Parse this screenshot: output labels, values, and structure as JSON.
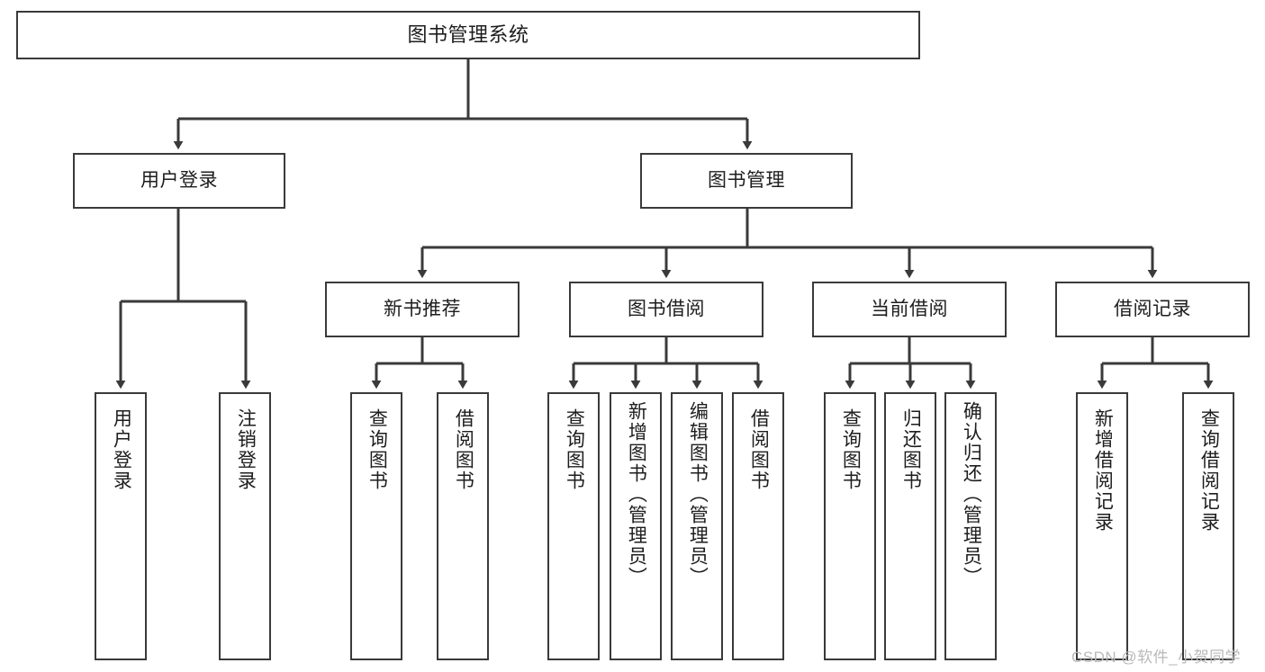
{
  "diagram": {
    "title": "图书管理系统",
    "type": "tree-hierarchy-diagram",
    "colors": {
      "stroke": "#3a3a3a",
      "fill": "#ffffff",
      "text": "#1d1d1d",
      "watermark": "#b9b9b9"
    },
    "root": {
      "label": "图书管理系统"
    },
    "level2": [
      {
        "label": "用户登录"
      },
      {
        "label": "图书管理"
      }
    ],
    "level3": [
      {
        "label": "新书推荐"
      },
      {
        "label": "图书借阅"
      },
      {
        "label": "当前借阅"
      },
      {
        "label": "借阅记录"
      }
    ],
    "leaves_user_login": [
      {
        "label": "用户登录"
      },
      {
        "label": "注销登录"
      }
    ],
    "leaves_new_book": [
      {
        "label": "查询图书"
      },
      {
        "label": "借阅图书"
      }
    ],
    "leaves_borrow": [
      {
        "label": "查询图书"
      },
      {
        "label": "新增图书（管理员）"
      },
      {
        "label": "编辑图书（管理员）"
      },
      {
        "label": "借阅图书"
      }
    ],
    "leaves_current": [
      {
        "label": "查询图书"
      },
      {
        "label": "归还图书"
      },
      {
        "label": "确认归还（管理员）"
      }
    ],
    "leaves_records": [
      {
        "label": "新增借阅记录"
      },
      {
        "label": "查询借阅记录"
      }
    ]
  },
  "watermark": {
    "text": "CSDN @软件_小贺同学"
  }
}
